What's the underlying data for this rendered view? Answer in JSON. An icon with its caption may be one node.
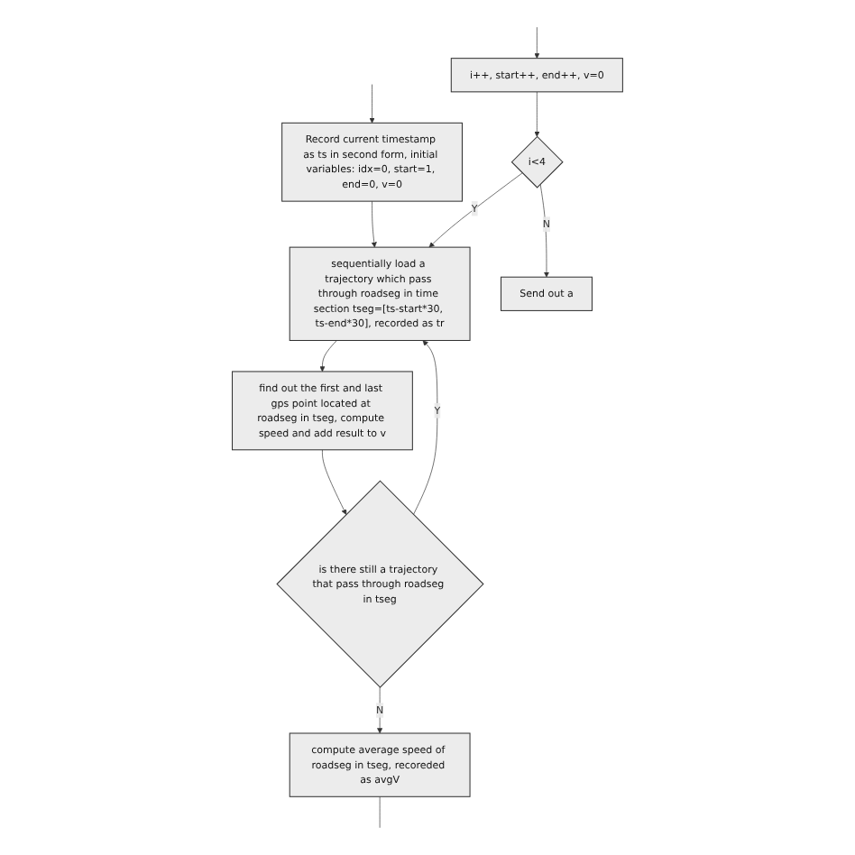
{
  "diagram": {
    "nodes": [
      {
        "text": [
          "Record current timestamp as ts in second form, initial variables: idx=0, start=1, end=0, v=0"
        ]
      },
      {
        "text": [
          "sequentially load a trajectory which pass through roadseg in time section tseg=[ts-start*30, ts-end*30], recorded as tr"
        ]
      },
      {
        "text": [
          "find out the first and last gps point located at roadseg in tseg, compute speed and add result to v"
        ]
      },
      {
        "text": [
          "is there still a trajectory that pass through roadseg in tseg"
        ]
      },
      {
        "text": [
          "compute average speed of roadseg in tseg, recoreded as avgV"
        ]
      },
      {
        "text": [
          "i++, start++, end++, v=0"
        ]
      },
      {
        "text": [
          "i<4"
        ]
      },
      {
        "text": [
          "Send out a"
        ]
      }
    ],
    "edges": [
      {
        "from": null,
        "to": 0,
        "arrow": "to"
      },
      {
        "from": 0,
        "to": 1,
        "arrow": "to"
      },
      {
        "from": 1,
        "to": 2,
        "arrow": "to"
      },
      {
        "from": 2,
        "to": 3,
        "arrow": "to"
      },
      {
        "from": 3,
        "to": 1,
        "arrow": "to",
        "label": "Y"
      },
      {
        "from": 3,
        "to": 4,
        "arrow": "to",
        "label": "N"
      },
      {
        "from": 4,
        "to": null,
        "arrow": "none"
      },
      {
        "from": null,
        "to": 5,
        "arrow": "to"
      },
      {
        "from": 5,
        "to": 6,
        "arrow": "to"
      },
      {
        "from": 6,
        "to": 1,
        "arrow": "to",
        "label": "Y"
      },
      {
        "from": 6,
        "to": 7,
        "arrow": "to",
        "label": "N"
      }
    ]
  }
}
